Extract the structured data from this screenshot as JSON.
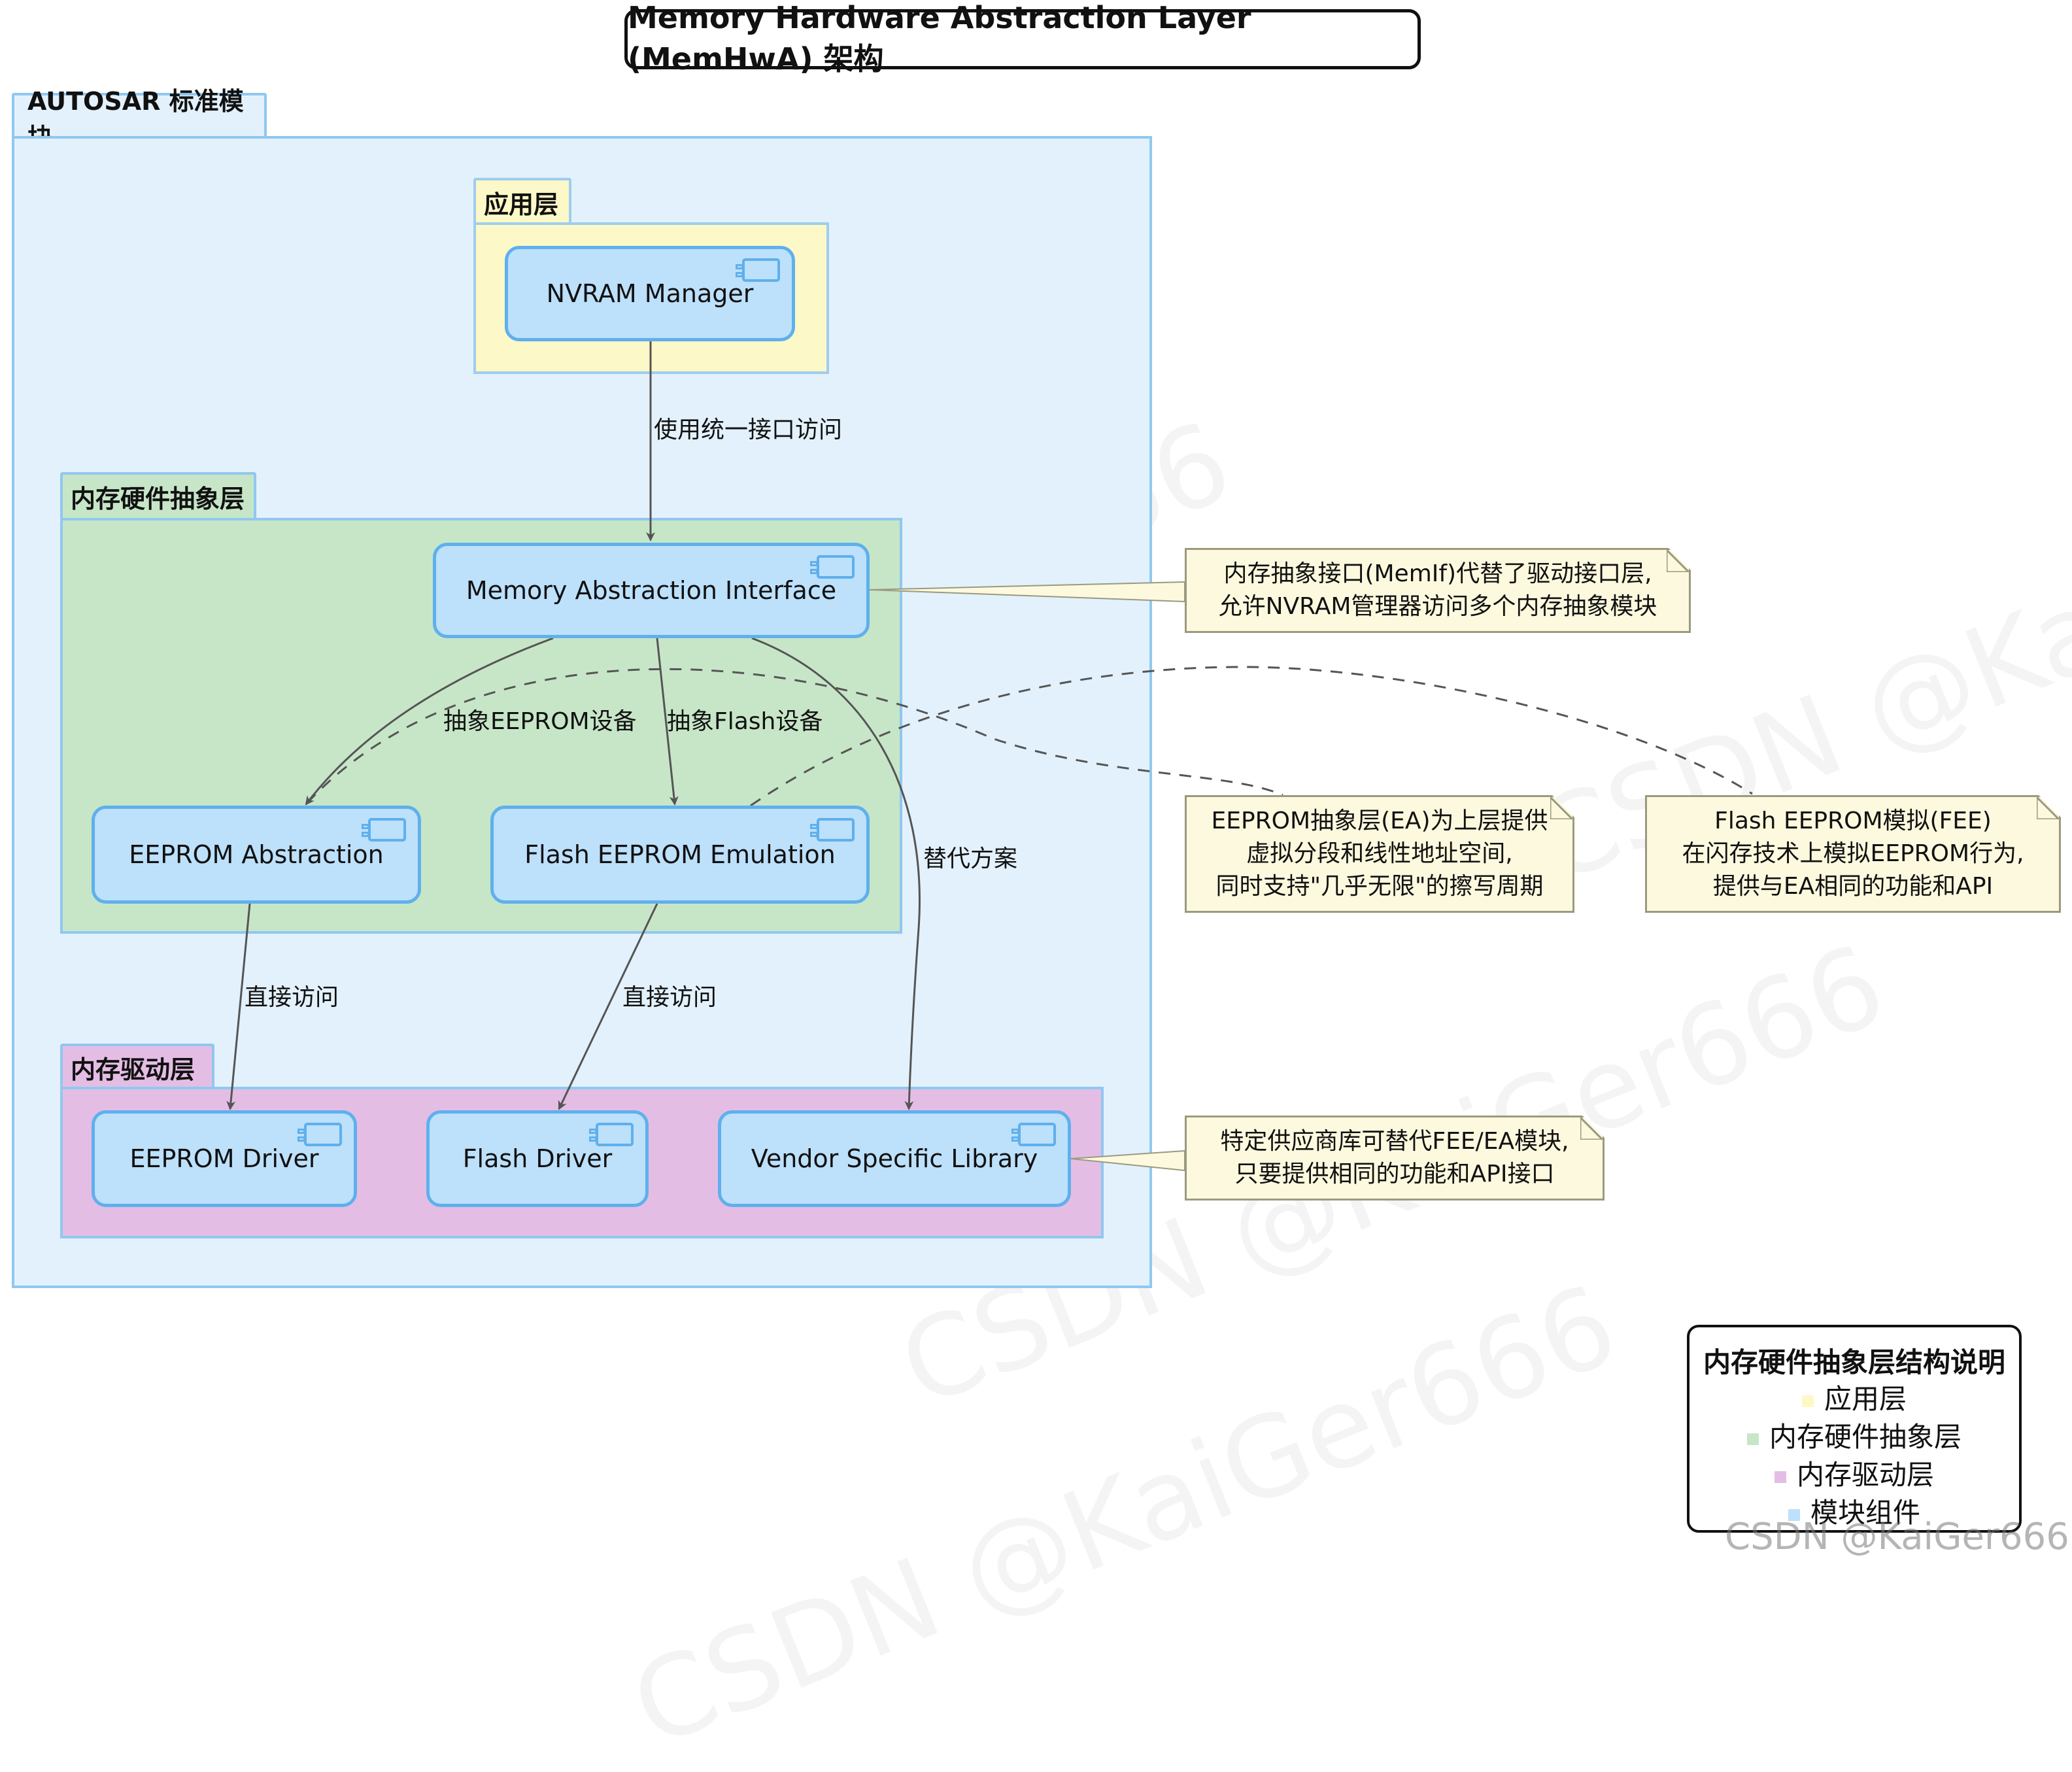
{
  "title": "Memory Hardware Abstraction Layer (MemHwA) 架构",
  "packages": {
    "autosar": "AUTOSAR 标准模块",
    "app": "应用层",
    "mem_hw": "内存硬件抽象层",
    "mem_drv": "内存驱动层"
  },
  "components": {
    "nvram": "NVRAM Manager",
    "memif": "Memory Abstraction Interface",
    "ea": "EEPROM Abstraction",
    "fee": "Flash EEPROM Emulation",
    "eep_drv": "EEPROM Driver",
    "fls_drv": "Flash Driver",
    "vendor": "Vendor Specific Library"
  },
  "edges": {
    "nvram_memif": "使用统一接口访问",
    "memif_ea": "抽象EEPROM设备",
    "memif_fee": "抽象Flash设备",
    "memif_vendor": "替代方案",
    "ea_eep": "直接访问",
    "fee_fls": "直接访问"
  },
  "notes": {
    "memif": [
      "内存抽象接口(MemIf)代替了驱动接口层,",
      "允许NVRAM管理器访问多个内存抽象模块"
    ],
    "ea": [
      "EEPROM抽象层(EA)为上层提供",
      "虚拟分段和线性地址空间,",
      "同时支持\"几乎无限\"的擦写周期"
    ],
    "fee": [
      "Flash EEPROM模拟(FEE)",
      "在闪存技术上模拟EEPROM行为,",
      "提供与EA相同的功能和API"
    ],
    "vendor": [
      "特定供应商库可替代FEE/EA模块,",
      "只要提供相同的功能和API接口"
    ]
  },
  "legend": {
    "title": "内存硬件抽象层结构说明",
    "items": [
      {
        "label": "应用层",
        "color": "#fdf8c7"
      },
      {
        "label": "内存硬件抽象层",
        "color": "#c7e6c8"
      },
      {
        "label": "内存驱动层",
        "color": "#e4bde5"
      },
      {
        "label": "模块组件",
        "color": "#bde0fb"
      }
    ]
  },
  "colors": {
    "autosar_bg": "#e3f1fc",
    "app_bg": "#fdf8c7",
    "mem_hw_bg": "#c7e6c8",
    "mem_drv_bg": "#e4bde5",
    "component_bg": "#bde0fb",
    "component_border": "#5fb0ec",
    "note_bg": "#fdf9de"
  },
  "watermark": "CSDN @KaiGer666"
}
